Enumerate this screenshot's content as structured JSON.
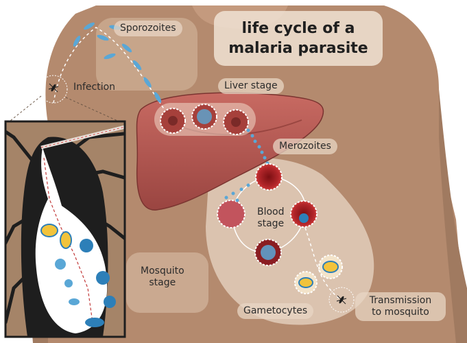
{
  "title": {
    "line1": "life cycle of a",
    "line2": "malaria parasite"
  },
  "labels": {
    "sporozoites": "Sporozoites",
    "infection": "Infection",
    "liver_stage": "Liver stage",
    "merozoites": "Merozoites",
    "blood_stage_1": "Blood",
    "blood_stage_2": "stage",
    "mosquito_stage_1": "Mosquito",
    "mosquito_stage_2": "stage",
    "gametocytes": "Gametocytes",
    "transmission_1": "Transmission",
    "transmission_2": "to mosquito"
  },
  "colors": {
    "skin": "#b48a6e",
    "skin_light": "#d7b79d",
    "liver": "#b35a55",
    "liver_dark": "#8a3a36",
    "blood_cell": "#b3262a",
    "parasite": "#2d7fb8",
    "sporozoite": "#5aa7d6",
    "gametocyte": "#f2c33b",
    "mosquito": "#1e1e1e",
    "gut": "#ffffff"
  },
  "icons": [
    "mosquito-icon",
    "mosquito-icon"
  ]
}
